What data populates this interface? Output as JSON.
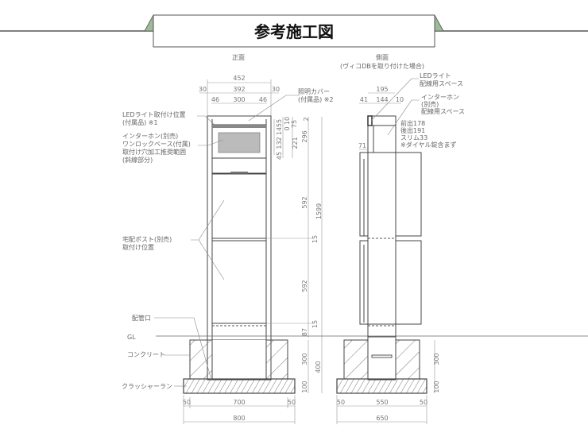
{
  "header": {
    "title": "参考施工図",
    "accent_color": "#9dbb98"
  },
  "front": {
    "view_label": "正面",
    "dims_top": [
      "452",
      "30",
      "392",
      "30",
      "46",
      "300",
      "46"
    ],
    "dims_right": [
      "2",
      "10",
      "75",
      "0",
      "55",
      "14",
      "296",
      "221",
      "132",
      "45",
      "592",
      "15",
      "1599",
      "592",
      "15",
      "87",
      "300",
      "400",
      "100"
    ],
    "dims_bottom": [
      "50",
      "700",
      "50",
      "800"
    ],
    "labels": {
      "led": "LEDライト取付け位置",
      "led2": "(付属品) ※1",
      "cover": "照明カバー",
      "cover2": "(付属品) ※2",
      "intercom1": "インターホン(別売)",
      "intercom2": "ワンロックベース(付属)",
      "intercom3": "取付け穴加工推奨範囲",
      "intercom4": "(斜線部分)",
      "post1": "宅配ポスト(別売)",
      "post2": "取付け位置",
      "pipe": "配管口",
      "gl": "GL",
      "concrete": "コンクリート",
      "crusher": "クラッシャーラン"
    }
  },
  "side": {
    "view_label": "側面",
    "view_sub": "(ヴィコDBを取り付けた場合)",
    "dims_top": [
      "195",
      "41",
      "144",
      "10",
      "71"
    ],
    "dims_right": [
      "300",
      "100"
    ],
    "dims_bottom": [
      "50",
      "550",
      "50",
      "650"
    ],
    "labels": {
      "led1": "LEDライト",
      "led2": "配線用スペース",
      "ic1": "インターホン",
      "ic2": "(別売)",
      "ic3": "配線用スペース",
      "n1": "前出178",
      "n2": "後出191",
      "n3": "スリム33",
      "n4": "※ダイヤル錠含まず"
    }
  }
}
